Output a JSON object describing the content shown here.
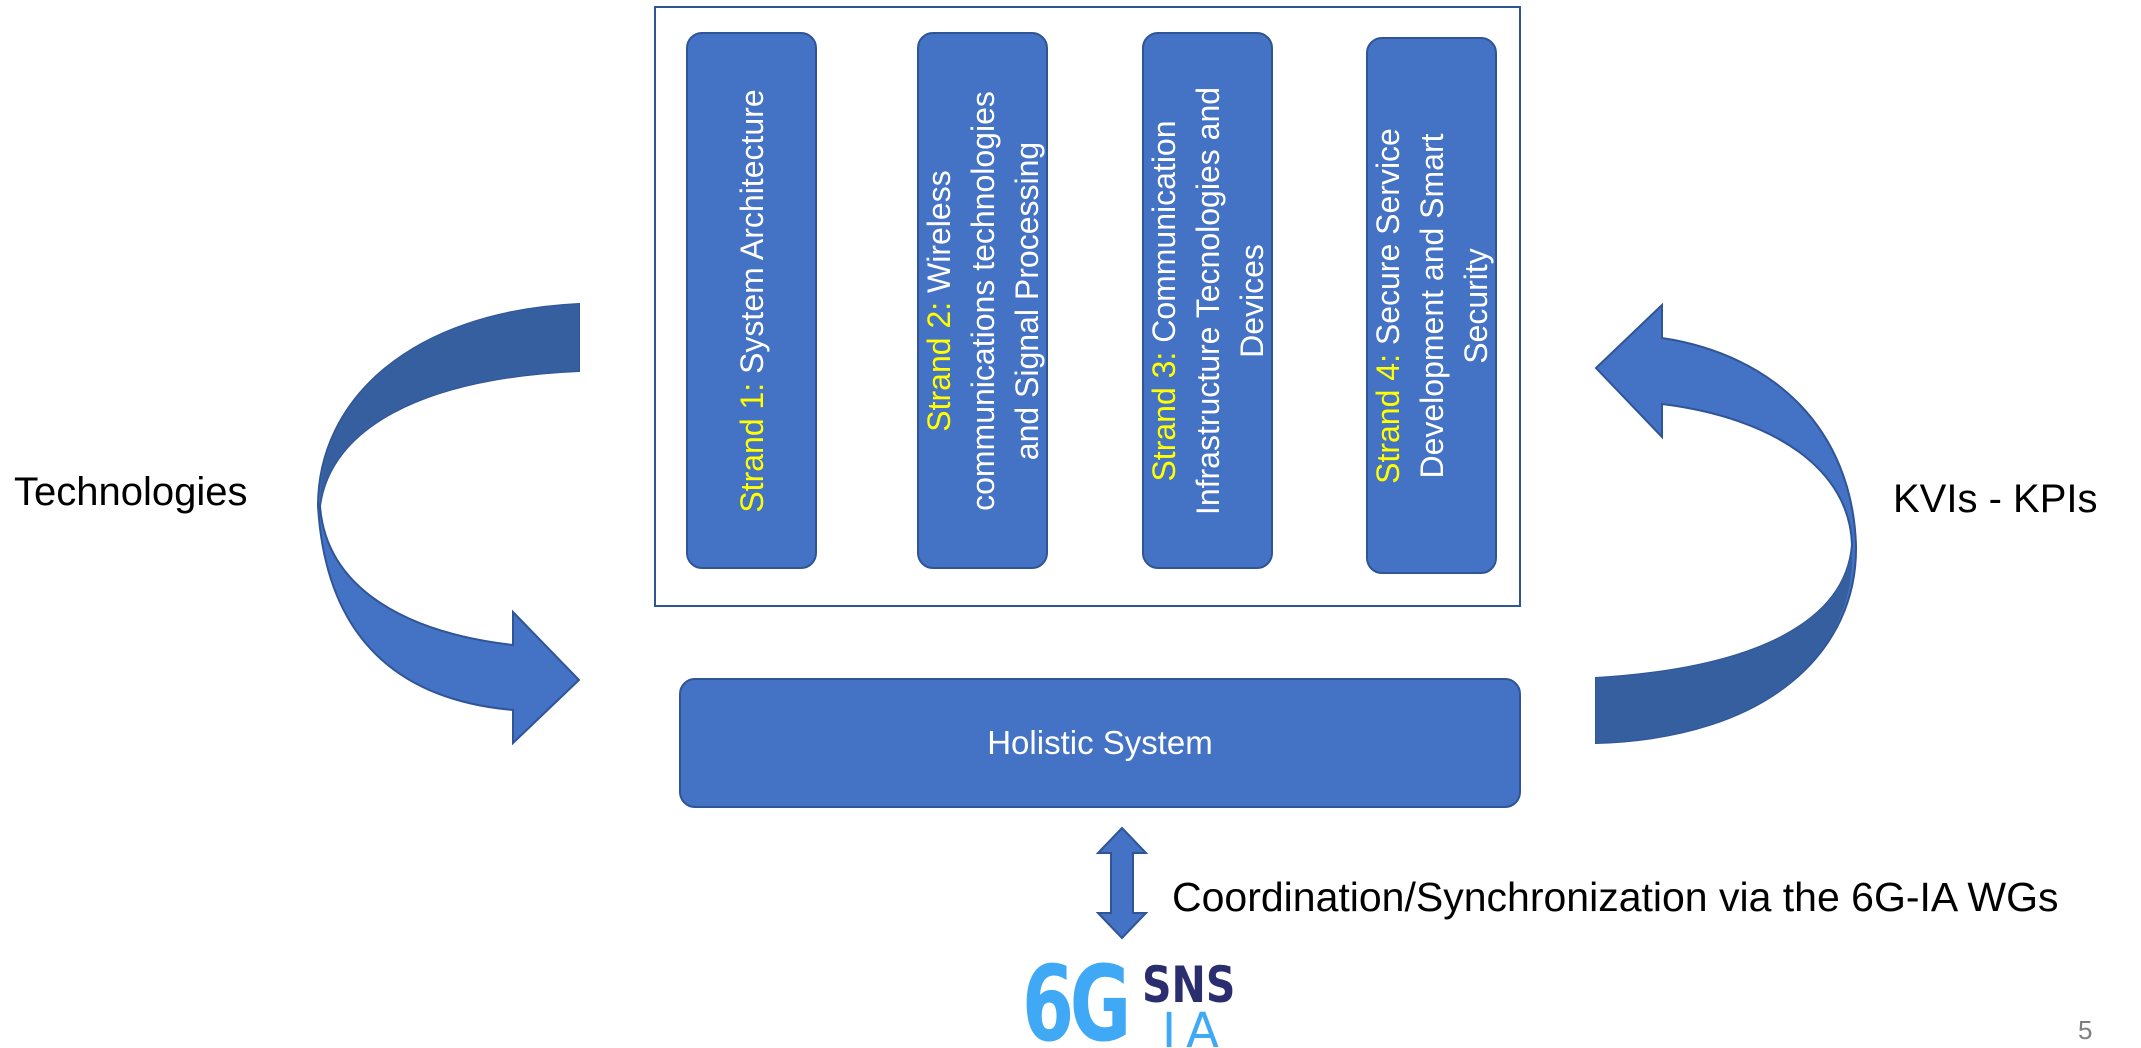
{
  "strands": [
    {
      "prefix": "Strand 1:",
      "lines": [
        "Strand 1: System Architecture"
      ],
      "rest": " System Architecture"
    },
    {
      "prefix": "Strand 2:",
      "rest_lines": [
        " Wireless",
        "communications technologies",
        "and Signal Processing"
      ]
    },
    {
      "prefix": "Strand 3:",
      "rest_lines": [
        " Communication",
        "Infrastructure Tecnologies and",
        "Devices"
      ]
    },
    {
      "prefix": "Strand 4:",
      "rest_lines": [
        " Secure Service",
        "Development and Smart",
        "Security"
      ]
    }
  ],
  "holistic": {
    "label": "Holistic System"
  },
  "left_label": "Technologies",
  "right_label": "KVIs - KPIs",
  "coordination_label": "Coordination/Synchronization via the 6G-IA WGs",
  "logo": {
    "part1": "6G",
    "part2": "SNS",
    "part3": "IA"
  },
  "page_number": "5",
  "colors": {
    "box_fill": "#4472C4",
    "box_border": "#2F5597",
    "highlight": "#FFFF00",
    "logo_blue": "#3FA9F5",
    "logo_navy": "#2B2E6E"
  }
}
